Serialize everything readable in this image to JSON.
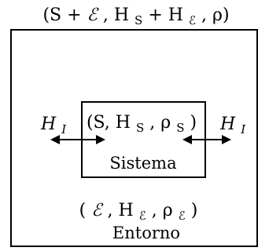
{
  "outer": {
    "label_pre": "(S + ",
    "label_calE1": "ℰ",
    "label_mid": ", H",
    "label_sub1": "S",
    "label_plus": " + H",
    "label_sub2": "ℰ",
    "label_post": ", ρ)"
  },
  "system": {
    "label_pre": "(S, H",
    "label_sub1": "S",
    "label_mid": ", ρ",
    "label_sub2": "S",
    "label_post": ")",
    "name": "Sistema"
  },
  "environment": {
    "label_pre": "(",
    "label_calE": "ℰ",
    "label_mid1": ", H",
    "label_sub1": "ℰ",
    "label_mid2": ", ρ",
    "label_sub2": "ℰ",
    "label_post": ")",
    "name": "Entorno"
  },
  "interaction_left": {
    "symbol": "H",
    "sub": "I"
  },
  "interaction_right": {
    "symbol": "H",
    "sub": "I"
  },
  "colors": {
    "stroke": "#000000",
    "background": "#ffffff"
  }
}
